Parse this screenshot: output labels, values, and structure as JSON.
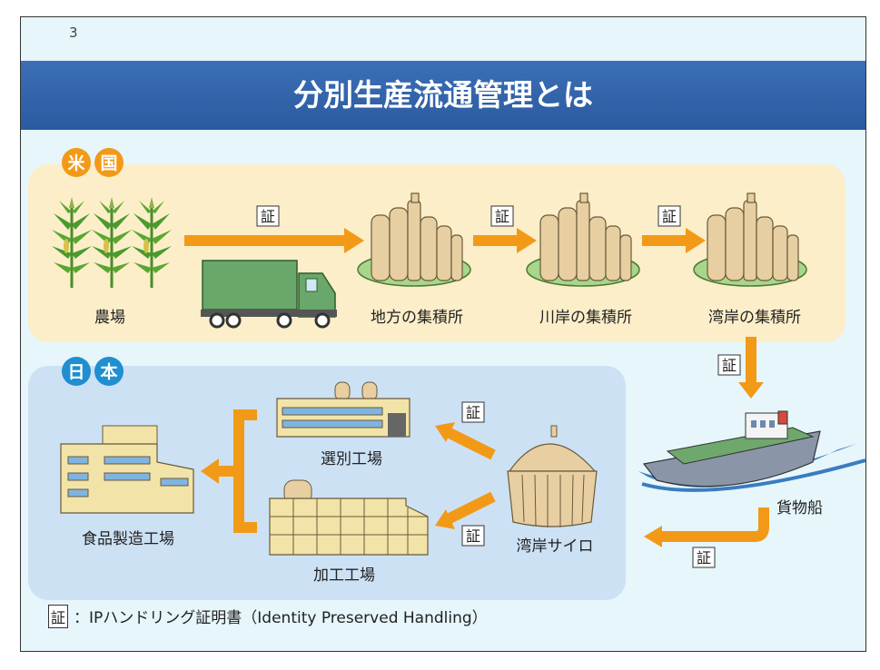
{
  "page_number": "3",
  "title": "分別生産流通管理とは",
  "usa": {
    "badge_chars": [
      "米",
      "国"
    ],
    "nodes": {
      "farm": "農場",
      "local_elevator": "地方の集積所",
      "river_elevator": "川岸の集積所",
      "port_elevator": "湾岸の集積所"
    }
  },
  "japan": {
    "badge_chars": [
      "日",
      "本"
    ],
    "nodes": {
      "food_factory": "食品製造工場",
      "sorting_plant": "選別工場",
      "processing_plant": "加工工場",
      "port_silo": "湾岸サイロ"
    }
  },
  "ship": "貨物船",
  "cert_mark": "証",
  "footnote": {
    "mark": "証",
    "text": "：IPハンドリング証明書（Identity Preserved Handling）"
  },
  "colors": {
    "title_bar": "#2b5aa0",
    "usa_panel": "#fbeec8",
    "japan_panel": "#cde1f5",
    "arrow": "#f29a17",
    "usa_badge": "#f29a17",
    "japan_badge": "#1f8fd0"
  }
}
